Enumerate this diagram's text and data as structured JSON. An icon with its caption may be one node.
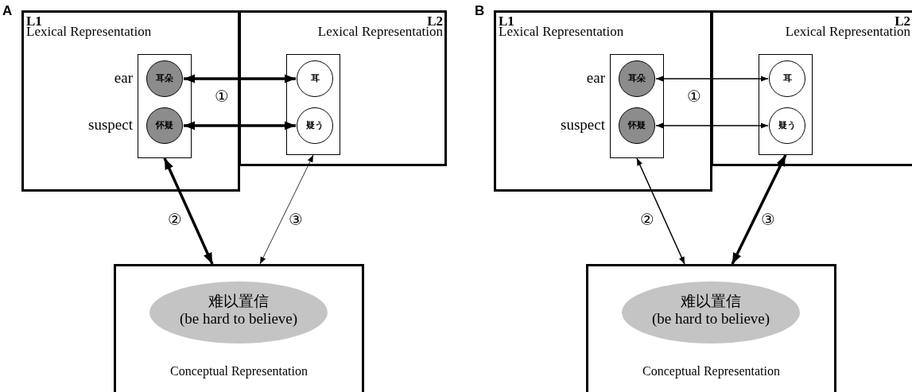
{
  "diagram": {
    "nodes": [
      {
        "text": [
          "L1",
          "Lexical Representation"
        ]
      },
      {
        "text": [
          "L2",
          "Lexical Representation"
        ]
      },
      {
        "text": [],
        "shape": "box",
        "in": 0
      },
      {
        "text": [
          "耳朵"
        ],
        "in": 2,
        "beside": [
          "ear"
        ]
      },
      {
        "text": [
          "怀疑"
        ],
        "in": 2,
        "beside": [
          "suspect"
        ]
      },
      {
        "text": [],
        "shape": "box",
        "in": 1
      },
      {
        "text": [
          "耳"
        ],
        "in": 5
      },
      {
        "text": [
          "疑う"
        ],
        "in": 5
      },
      {
        "text": [
          "Conceptual Representation"
        ]
      },
      {
        "text": [
          "难以置信",
          "(be hard to believe)"
        ],
        "in": 8
      },
      {
        "text": [
          "L1",
          "Lexical Representation"
        ]
      },
      {
        "text": [
          "L2",
          "Lexical Representation"
        ]
      },
      {
        "text": [],
        "shape": "box",
        "in": 10
      },
      {
        "text": [
          "耳朵"
        ],
        "in": 12,
        "beside": [
          "ear"
        ]
      },
      {
        "text": [
          "怀疑"
        ],
        "in": 12,
        "beside": [
          "suspect"
        ]
      },
      {
        "text": [],
        "shape": "box",
        "in": 11
      },
      {
        "text": [
          "耳"
        ],
        "in": 15
      },
      {
        "text": [
          "疑う"
        ],
        "in": 15
      },
      {
        "text": [
          "Conceptual Representation"
        ]
      },
      {
        "text": [
          "难以置信",
          "(be hard to believe)"
        ],
        "in": 18
      }
    ],
    "edges": [
      {
        "from": 3,
        "to": 6,
        "arrow": "both",
        "style": "thick",
        "label": "①"
      },
      {
        "from": 4,
        "to": 7,
        "arrow": "both",
        "style": "thick"
      },
      {
        "from": 2,
        "to": 8,
        "arrow": "both",
        "style": "thick",
        "label": "②"
      },
      {
        "from": 5,
        "to": 8,
        "arrow": "both",
        "label": "③"
      },
      {
        "from": 13,
        "to": 16,
        "arrow": "both",
        "label": "①"
      },
      {
        "from": 14,
        "to": 17,
        "arrow": "both"
      },
      {
        "from": 12,
        "to": 18,
        "arrow": "both",
        "label": "②"
      },
      {
        "from": 15,
        "to": 18,
        "arrow": "both",
        "style": "thick",
        "label": "③"
      }
    ],
    "labels": [
      "A",
      "B"
    ]
  }
}
